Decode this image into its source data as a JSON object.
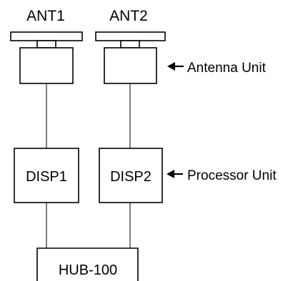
{
  "antennas": [
    {
      "id": "ant1",
      "label": "ANT1"
    },
    {
      "id": "ant2",
      "label": "ANT2"
    }
  ],
  "processors": [
    {
      "id": "disp1",
      "label": "DISP1"
    },
    {
      "id": "disp2",
      "label": "DISP2"
    }
  ],
  "hub": {
    "label": "HUB-100"
  },
  "annotations": {
    "antenna_unit": "Antenna Unit",
    "processor_unit": "Processor Unit"
  },
  "colors": {
    "line": "#000000",
    "background": "#ffffff"
  }
}
